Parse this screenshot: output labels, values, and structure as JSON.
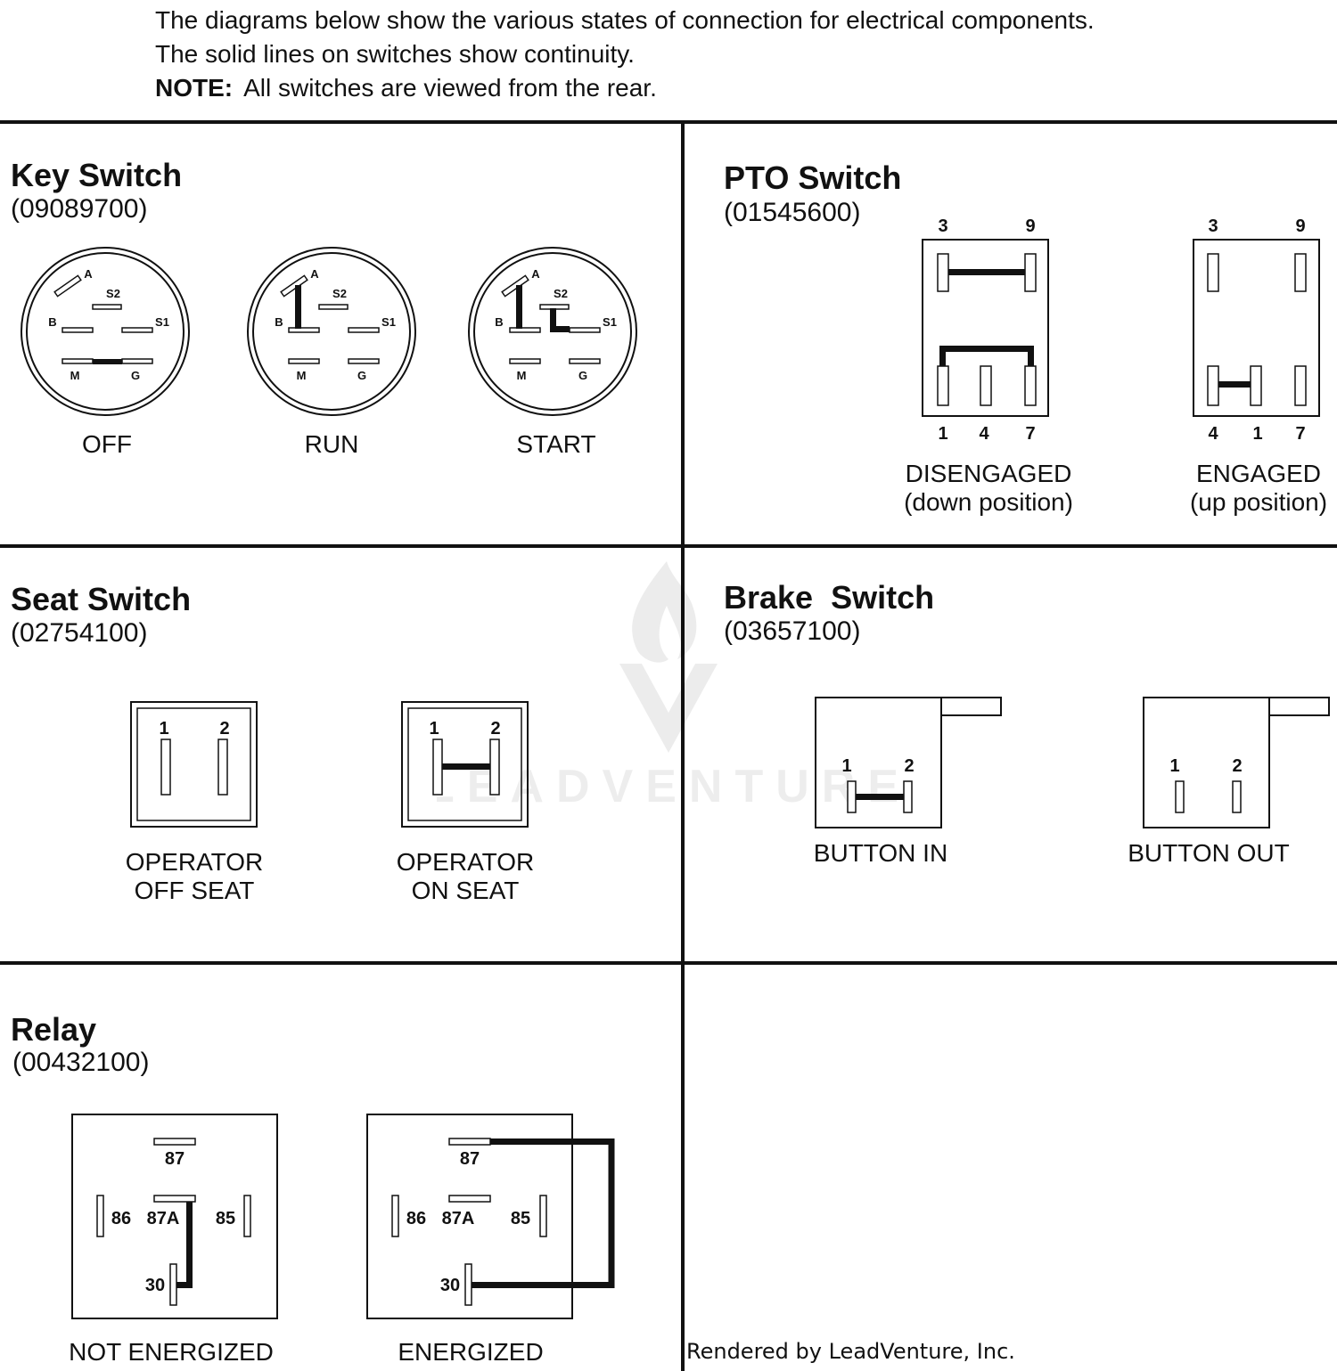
{
  "intro": {
    "line1": "The diagrams below show the various states of connection for electrical components.",
    "line2": "The solid lines on switches show continuity.",
    "note_label": "NOTE:",
    "note_text": "All switches are viewed from the rear."
  },
  "key_switch": {
    "title": "Key Switch",
    "part": "(09089700)",
    "terminals": [
      "A",
      "S2",
      "B",
      "S1",
      "M",
      "G"
    ],
    "states": [
      {
        "label": "OFF",
        "continuity": [
          "M-G"
        ]
      },
      {
        "label": "RUN",
        "continuity": [
          "A-B"
        ]
      },
      {
        "label": "START",
        "continuity": [
          "A-B",
          "S1-S2"
        ]
      }
    ]
  },
  "pto_switch": {
    "title": "PTO Switch",
    "part": "(01545600)",
    "states": [
      {
        "label": "DISENGAGED",
        "sublabel": "(down position)",
        "top_terminals": [
          "3",
          "9"
        ],
        "bottom_terminals": [
          "1",
          "4",
          "7"
        ],
        "continuity": [
          "3-9",
          "1-7"
        ]
      },
      {
        "label": "ENGAGED",
        "sublabel": "(up position)",
        "top_terminals": [
          "3",
          "9"
        ],
        "bottom_terminals": [
          "4",
          "1",
          "7"
        ],
        "continuity": [
          "4-1"
        ]
      }
    ]
  },
  "seat_switch": {
    "title": "Seat Switch",
    "part": "(02754100)",
    "states": [
      {
        "label_line1": "OPERATOR",
        "label_line2": "OFF SEAT",
        "terminals": [
          "1",
          "2"
        ],
        "continuity": []
      },
      {
        "label_line1": "OPERATOR",
        "label_line2": "ON SEAT",
        "terminals": [
          "1",
          "2"
        ],
        "continuity": [
          "1-2"
        ]
      }
    ]
  },
  "brake_switch": {
    "title": "Brake  Switch",
    "part": "(03657100)",
    "states": [
      {
        "label": "BUTTON IN",
        "terminals": [
          "1",
          "2"
        ],
        "continuity": [
          "1-2"
        ]
      },
      {
        "label": "BUTTON OUT",
        "terminals": [
          "1",
          "2"
        ],
        "continuity": []
      }
    ]
  },
  "relay": {
    "title": "Relay",
    "part": "(00432100)",
    "terminals": [
      "87",
      "86",
      "87A",
      "85",
      "30"
    ],
    "states": [
      {
        "label": "NOT ENERGIZED",
        "continuity": [
          "30-87A"
        ]
      },
      {
        "label": "ENERGIZED",
        "continuity": [
          "30-87"
        ]
      }
    ]
  },
  "watermark": "LEADVENTURE",
  "footer": "Rendered by LeadVenture, Inc.",
  "colors": {
    "ink": "#111111",
    "background": "#ffffff"
  }
}
